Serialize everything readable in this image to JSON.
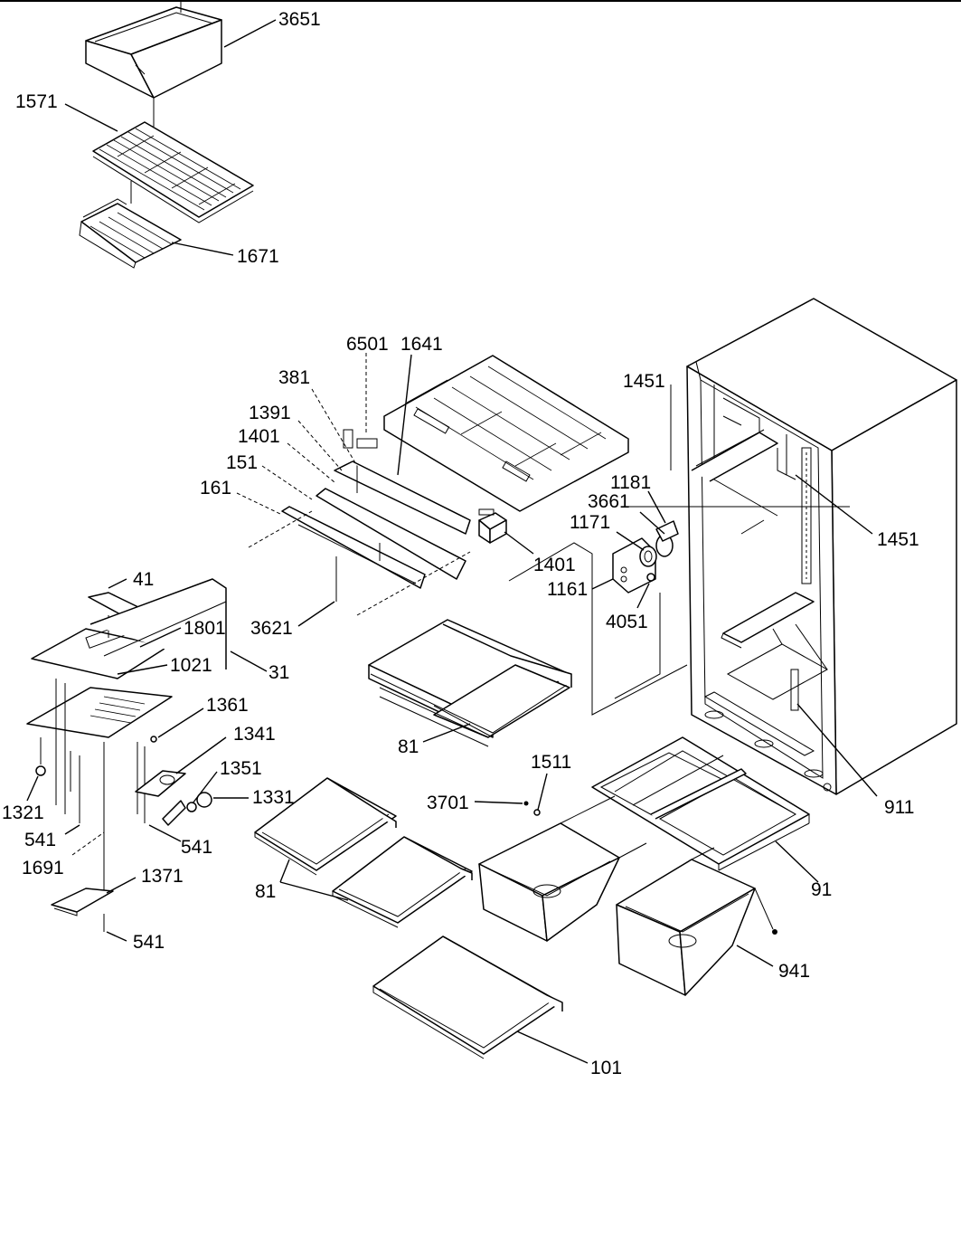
{
  "diagram": {
    "callouts": {
      "c3651": "3651",
      "c1571": "1571",
      "c1671": "1671",
      "c6501": "6501",
      "c1641": "1641",
      "c381": "381",
      "c1391": "1391",
      "c1401a": "1401",
      "c151": "151",
      "c161": "161",
      "c1401b": "1401",
      "c3621": "3621",
      "c1451a": "1451",
      "c1451b": "1451",
      "c1181": "1181",
      "c3661": "3661",
      "c1171": "1171",
      "c1161": "1161",
      "c4051": "4051",
      "c41": "41",
      "c1801": "1801",
      "c1021": "1021",
      "c31": "31",
      "c1361": "1361",
      "c1341": "1341",
      "c1351": "1351",
      "c1331": "1331",
      "c1321": "1321",
      "c541a": "541",
      "c541b": "541",
      "c541c": "541",
      "c1691": "1691",
      "c1371": "1371",
      "c81a": "81",
      "c81b": "81",
      "c1511": "1511",
      "c3701": "3701",
      "c911": "911",
      "c91": "91",
      "c941": "941",
      "c101": "101"
    }
  }
}
